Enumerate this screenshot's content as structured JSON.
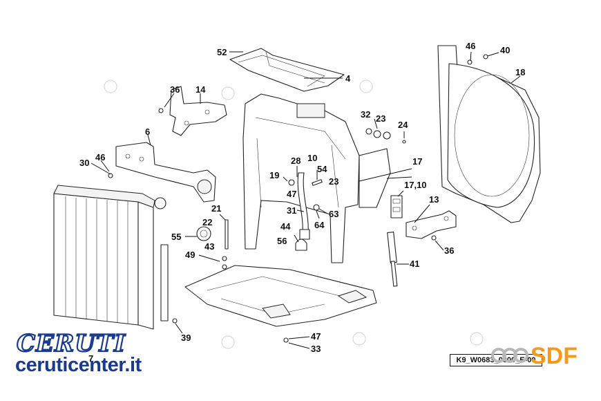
{
  "diagram": {
    "callouts": [
      "52",
      "4",
      "36",
      "14",
      "6",
      "46",
      "30",
      "21",
      "22",
      "55",
      "43",
      "49",
      "39",
      "7",
      "47",
      "33",
      "28",
      "10",
      "54",
      "19",
      "23",
      "47",
      "31",
      "64",
      "63",
      "44",
      "56",
      "32",
      "23",
      "24",
      "17",
      "17,10",
      "13",
      "36",
      "41",
      "46",
      "40",
      "18"
    ],
    "drawing_code": "K9_W0683_0000_E-00"
  },
  "branding": {
    "logo_text": "CERUTI",
    "url": "ceruticenter.it",
    "manufacturer_logo": "SDF",
    "colors": {
      "ceruti_blue": "#1a3a8c",
      "sdf_orange": "#f39a1c",
      "sdf_gray": "#b8b8b8"
    }
  },
  "icons": [
    "ceruti-logo",
    "sdf-logo",
    "sdf-watermark"
  ]
}
